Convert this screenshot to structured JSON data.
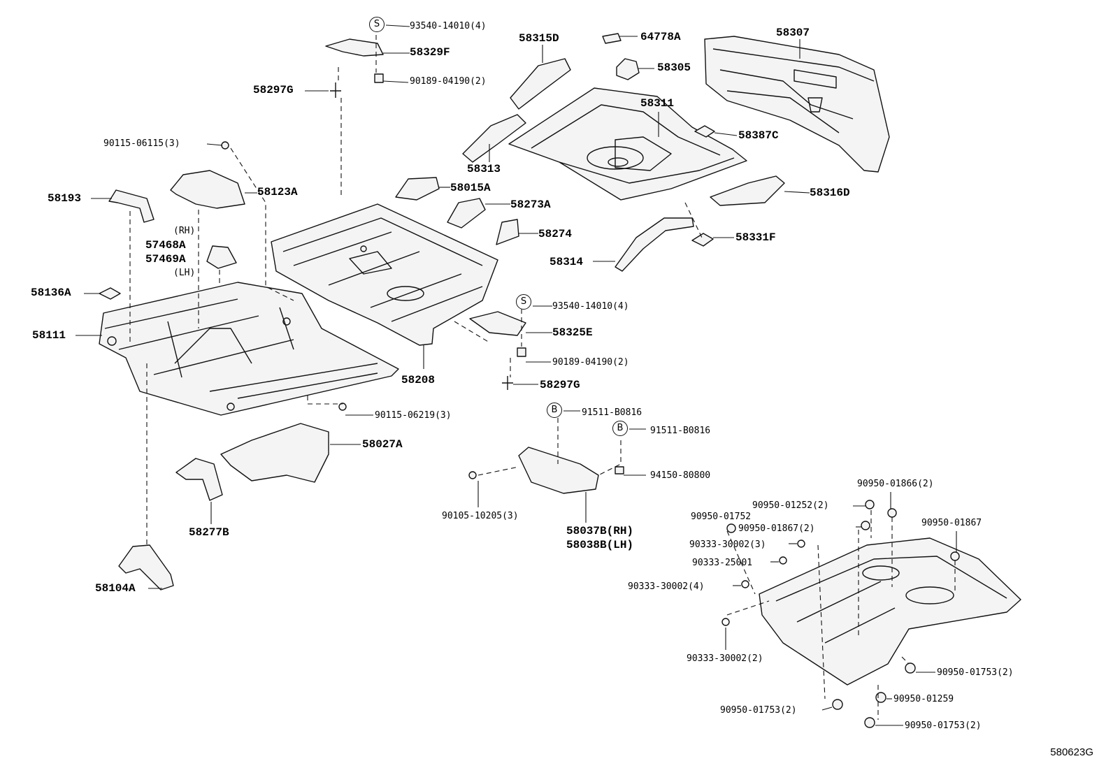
{
  "labels": {
    "p58307": "58307",
    "p64778A": "64778A",
    "p58315D": "58315D",
    "p93540_top": "93540-14010(4)",
    "p58329F": "58329F",
    "p58305": "58305",
    "p90189_top": "90189-04190(2)",
    "p58297G_top": "58297G",
    "p58311": "58311",
    "p58387C": "58387C",
    "p90115_06115": "90115-06115(3)",
    "p58313": "58313",
    "p58193": "58193",
    "p58123A": "58123A",
    "p58015A": "58015A",
    "p58273A": "58273A",
    "p58316D": "58316D",
    "p58274": "58274",
    "p58331F": "58331F",
    "rh": "(RH)",
    "p57468A": "57468A",
    "p57469A": "57469A",
    "lh": "(LH)",
    "p58314": "58314",
    "p58136A": "58136A",
    "p93540_mid": "93540-14010(4)",
    "p58111": "58111",
    "p58325E": "58325E",
    "p90189_mid": "90189-04190(2)",
    "p58208": "58208",
    "p58297G_mid": "58297G",
    "p90115_06219": "90115-06219(3)",
    "p91511_a": "91511-B0816",
    "p91511_b": "91511-B0816",
    "p58027A": "58027A",
    "p94150": "94150-80800",
    "p90950_01866": "90950-01866(2)",
    "p90950_01252": "90950-01252(2)",
    "p90950_01752": "90950-01752",
    "p90105": "90105-10205(3)",
    "p90950_01867a": "90950-01867(2)",
    "p90950_01867b": "90950-01867",
    "p58277B": "58277B",
    "p58037B": "58037B(RH)",
    "p58038B": "58038B(LH)",
    "p90333_30002_3": "90333-30002(3)",
    "p90333_25001": "90333-25001",
    "p90333_30002_4": "90333-30002(4)",
    "p58104A": "58104A",
    "p90333_30002_2": "90333-30002(2)",
    "p90950_01753_a": "90950-01753(2)",
    "p90950_01259": "90950-01259",
    "p90950_01753_b": "90950-01753(2)",
    "p90950_01753_c": "90950-01753(2)"
  },
  "symbols": {
    "s": "S",
    "b": "B"
  },
  "figure_code": "580623G"
}
